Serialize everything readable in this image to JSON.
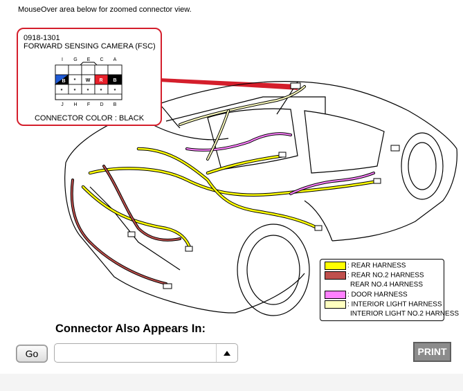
{
  "instruction": "MouseOver area below for zoomed connector view.",
  "connector": {
    "code": "0918-1301",
    "name": "FORWARD SENSING CAMERA (FSC)",
    "top_pins": [
      "I",
      "G",
      "E",
      "C",
      "A"
    ],
    "bottom_pins": [
      "J",
      "H",
      "F",
      "D",
      "B"
    ],
    "row1": [
      "B",
      "*",
      "W",
      "R",
      "B"
    ],
    "row2": [
      "*",
      "*",
      "*",
      "*",
      "*"
    ],
    "color_label": "CONNECTOR COLOR : BLACK",
    "colors": {
      "blue": "#1f5bd6",
      "red": "#e8202a",
      "black": "#000000",
      "outline": "#d41e2b"
    }
  },
  "legend": {
    "items": [
      {
        "swatch": "#ffff00",
        "label": ": REAR HARNESS"
      },
      {
        "swatch": "#c0504d",
        "label": ": REAR NO.2 HARNESS"
      },
      {
        "swatch": "",
        "label": "REAR NO.4 HARNESS"
      },
      {
        "swatch": "#ff80ff",
        "label": ": DOOR HARNESS"
      },
      {
        "swatch": "#ffffc0",
        "label": ": INTERIOR LIGHT HARNESS"
      },
      {
        "swatch": "",
        "label": "INTERIOR LIGHT NO.2 HARNESS"
      }
    ]
  },
  "also_appears": {
    "title": "Connector Also Appears In:",
    "select_value": ""
  },
  "buttons": {
    "go": "Go",
    "print": "PRINT"
  }
}
